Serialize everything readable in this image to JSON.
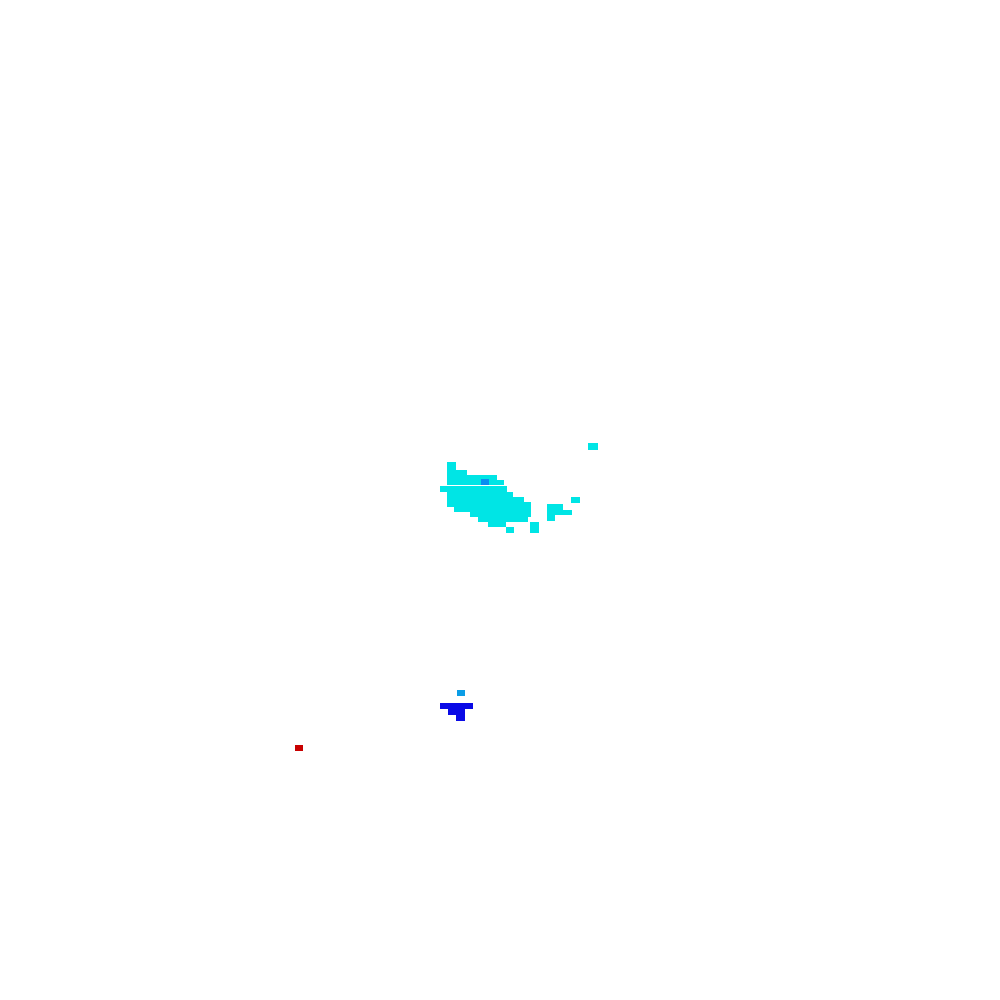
{
  "image": {
    "background": "#ffffff",
    "colors": {
      "cyan": "#00e5e5",
      "light_blue": "#0a9de6",
      "medium_blue": "#0a8ef0",
      "blue": "#0a0ae6",
      "red": "#c80000"
    },
    "regions": [
      {
        "name": "cyan-cluster",
        "color_key": "cyan"
      },
      {
        "name": "cyan-inner-dot",
        "color_key": "medium_blue"
      },
      {
        "name": "light-blue-dot",
        "color_key": "light_blue"
      },
      {
        "name": "blue-cluster",
        "color_key": "blue"
      },
      {
        "name": "red-dot",
        "color_key": "red"
      }
    ]
  }
}
